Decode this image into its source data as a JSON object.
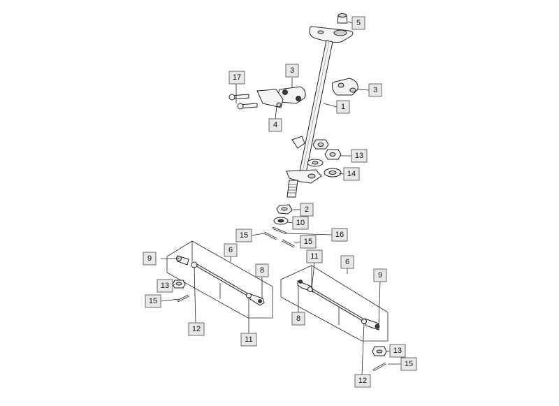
{
  "diagram": {
    "callouts": [
      {
        "id": "c1",
        "label": "1"
      },
      {
        "id": "c2",
        "label": "2"
      },
      {
        "id": "c3a",
        "label": "3"
      },
      {
        "id": "c3b",
        "label": "3"
      },
      {
        "id": "c4",
        "label": "4"
      },
      {
        "id": "c5",
        "label": "5"
      },
      {
        "id": "c6a",
        "label": "6"
      },
      {
        "id": "c6b",
        "label": "6"
      },
      {
        "id": "c8a",
        "label": "8"
      },
      {
        "id": "c8b",
        "label": "8"
      },
      {
        "id": "c9a",
        "label": "9"
      },
      {
        "id": "c9b",
        "label": "9"
      },
      {
        "id": "c10",
        "label": "10"
      },
      {
        "id": "c11a",
        "label": "11"
      },
      {
        "id": "c11b",
        "label": "11"
      },
      {
        "id": "c12a",
        "label": "12"
      },
      {
        "id": "c12b",
        "label": "12"
      },
      {
        "id": "c13a",
        "label": "13"
      },
      {
        "id": "c13b",
        "label": "13"
      },
      {
        "id": "c13c",
        "label": "13"
      },
      {
        "id": "c14",
        "label": "14"
      },
      {
        "id": "c15a",
        "label": "15"
      },
      {
        "id": "c15b",
        "label": "15"
      },
      {
        "id": "c15c",
        "label": "15"
      },
      {
        "id": "c15d",
        "label": "15"
      },
      {
        "id": "c16",
        "label": "16"
      },
      {
        "id": "c17",
        "label": "17"
      }
    ]
  }
}
